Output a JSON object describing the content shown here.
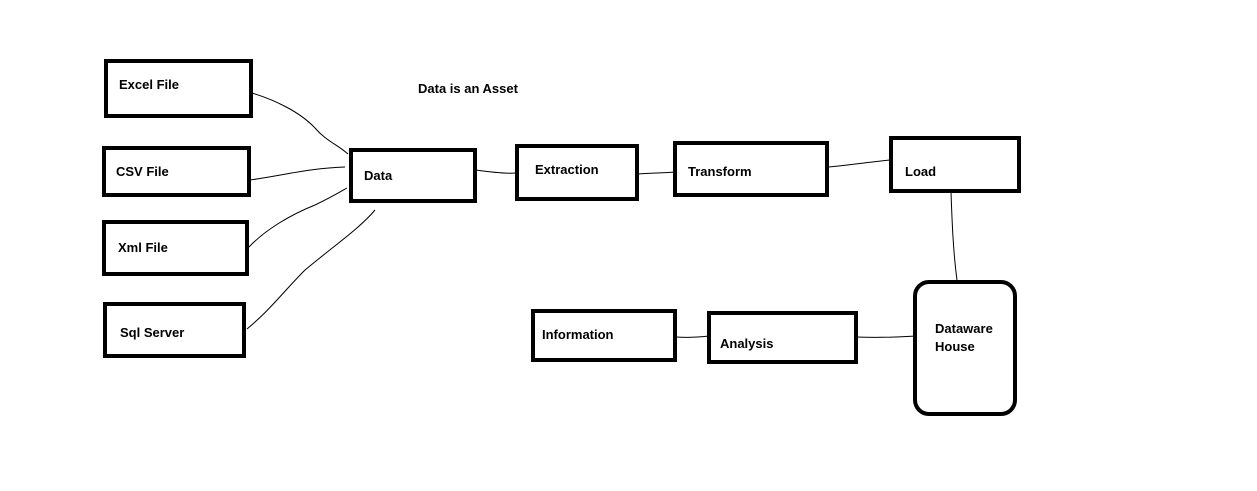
{
  "title": "Data is an Asset",
  "nodes": {
    "excel": "Excel File",
    "csv": "CSV File",
    "xml": "Xml File",
    "sql": "Sql Server",
    "data": "Data",
    "extraction": "Extraction",
    "transform": "Transform",
    "load": "Load",
    "warehouse_line1": "Dataware",
    "warehouse_line2": "House",
    "analysis": "Analysis",
    "information": "Information"
  },
  "edges": [
    [
      "excel",
      "data"
    ],
    [
      "csv",
      "data"
    ],
    [
      "xml",
      "data"
    ],
    [
      "sql",
      "data"
    ],
    [
      "data",
      "extraction"
    ],
    [
      "extraction",
      "transform"
    ],
    [
      "transform",
      "load"
    ],
    [
      "load",
      "warehouse"
    ],
    [
      "warehouse",
      "analysis"
    ],
    [
      "analysis",
      "information"
    ]
  ],
  "colors": {
    "stroke": "#000000",
    "background": "#ffffff"
  }
}
